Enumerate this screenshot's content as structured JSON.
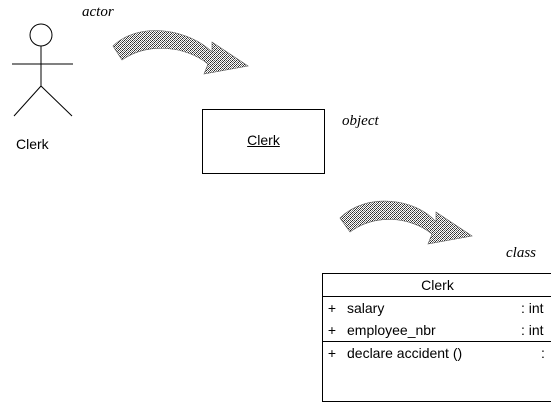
{
  "actor": {
    "label": "actor",
    "name": "Clerk"
  },
  "object": {
    "label": "object",
    "name": "Clerk"
  },
  "class": {
    "label": "class",
    "name": "Clerk",
    "attributes": [
      {
        "visibility": "+",
        "name": "salary",
        "type": ": int"
      },
      {
        "visibility": "+",
        "name": "employee_nbr",
        "type": ": int"
      }
    ],
    "operations": [
      {
        "visibility": "+",
        "signature": "declare accident ()",
        "type": ":"
      }
    ]
  }
}
